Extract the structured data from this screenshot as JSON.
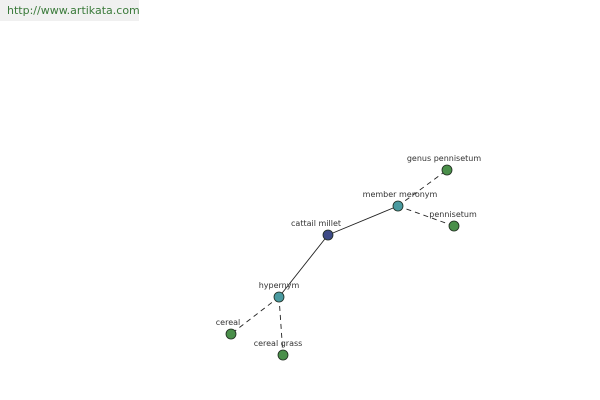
{
  "watermark": {
    "text": "http://www.artikata.com"
  },
  "colors": {
    "center_node": "#3d4a86",
    "relation_node": "#4a9aa0",
    "leaf_node": "#4a8f4a",
    "edge": "#222222",
    "label": "#333333"
  },
  "graph": {
    "nodes": [
      {
        "id": "cattail-millet",
        "label": "cattail millet",
        "kind": "center"
      },
      {
        "id": "member-meronym",
        "label": "member meronym",
        "kind": "relation"
      },
      {
        "id": "genus-pennisetum",
        "label": "genus pennisetum",
        "kind": "leaf"
      },
      {
        "id": "pennisetum",
        "label": "pennisetum",
        "kind": "leaf"
      },
      {
        "id": "hypernym",
        "label": "hypernym",
        "kind": "relation"
      },
      {
        "id": "cereal",
        "label": "cereal",
        "kind": "leaf"
      },
      {
        "id": "cereal-grass",
        "label": "cereal grass",
        "kind": "leaf"
      }
    ],
    "edges": [
      {
        "from": "cattail-millet",
        "to": "member-meronym",
        "style": "solid"
      },
      {
        "from": "cattail-millet",
        "to": "hypernym",
        "style": "solid"
      },
      {
        "from": "member-meronym",
        "to": "genus-pennisetum",
        "style": "dashed"
      },
      {
        "from": "member-meronym",
        "to": "pennisetum",
        "style": "dashed"
      },
      {
        "from": "hypernym",
        "to": "cereal",
        "style": "dashed"
      },
      {
        "from": "hypernym",
        "to": "cereal-grass",
        "style": "dashed"
      }
    ]
  }
}
